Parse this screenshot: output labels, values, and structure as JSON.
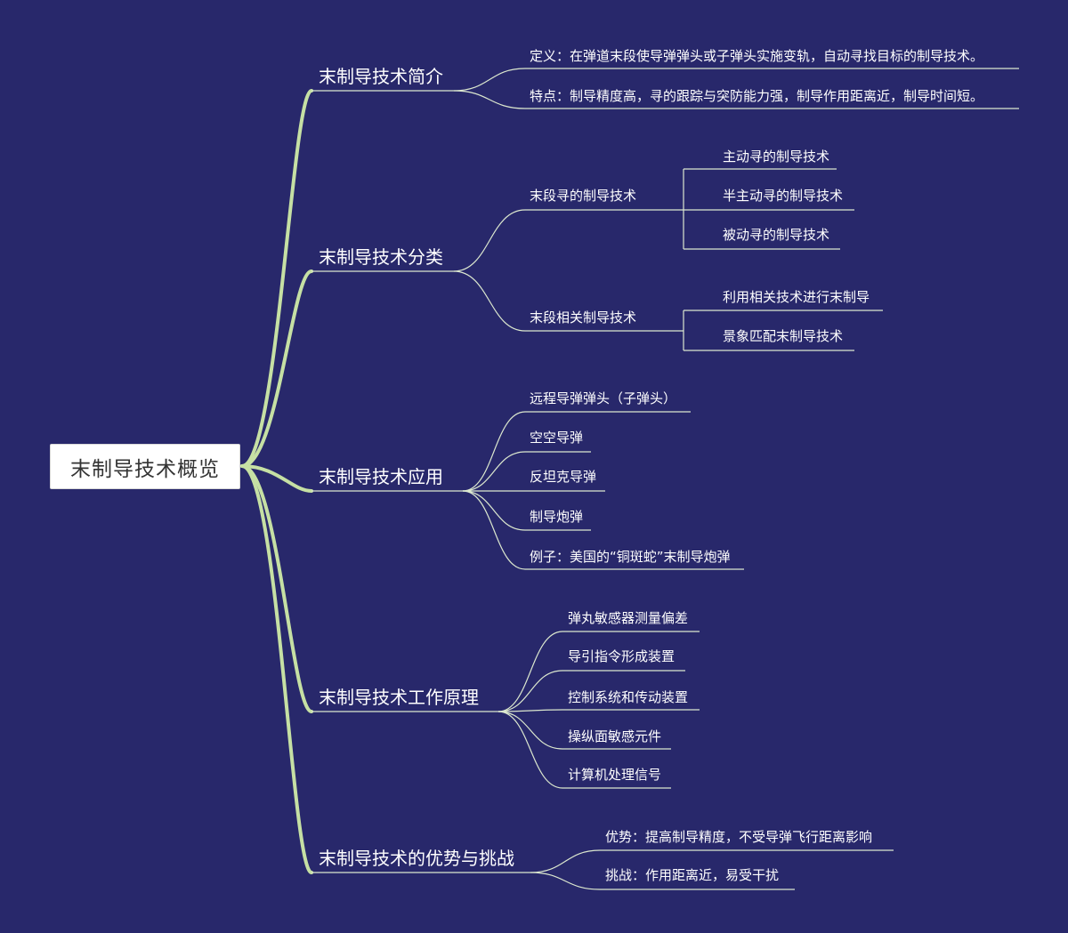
{
  "root": {
    "label": "末制导技术概览"
  },
  "colors": {
    "background": "#28286b",
    "main_branch": "#c6e0a4",
    "sub_branch": "#dce8cf",
    "text": "#ffffff"
  },
  "branches": [
    {
      "label": "末制导技术简介",
      "children": [
        {
          "label": "定义：在弹道末段使导弹弹头或子弹头实施变轨，自动寻找目标的制导技术。"
        },
        {
          "label": "特点：制导精度高，寻的跟踪与突防能力强，制导作用距离近，制导时间短。"
        }
      ]
    },
    {
      "label": "末制导技术分类",
      "children": [
        {
          "label": "末段寻的制导技术",
          "children": [
            {
              "label": "主动寻的制导技术"
            },
            {
              "label": "半主动寻的制导技术"
            },
            {
              "label": "被动寻的制导技术"
            }
          ]
        },
        {
          "label": "末段相关制导技术",
          "children": [
            {
              "label": "利用相关技术进行末制导"
            },
            {
              "label": "景象匹配末制导技术"
            }
          ]
        }
      ]
    },
    {
      "label": "末制导技术应用",
      "children": [
        {
          "label": "远程导弹弹头（子弹头）"
        },
        {
          "label": "空空导弹"
        },
        {
          "label": "反坦克导弹"
        },
        {
          "label": "制导炮弹"
        },
        {
          "label": "例子：美国的“铜斑蛇”末制导炮弹"
        }
      ]
    },
    {
      "label": "末制导技术工作原理",
      "children": [
        {
          "label": "弹丸敏感器测量偏差"
        },
        {
          "label": "导引指令形成装置"
        },
        {
          "label": "控制系统和传动装置"
        },
        {
          "label": "操纵面敏感元件"
        },
        {
          "label": "计算机处理信号"
        }
      ]
    },
    {
      "label": "末制导技术的优势与挑战",
      "children": [
        {
          "label": "优势：提高制导精度，不受导弹飞行距离影响"
        },
        {
          "label": "挑战：作用距离近，易受干扰"
        }
      ]
    }
  ]
}
